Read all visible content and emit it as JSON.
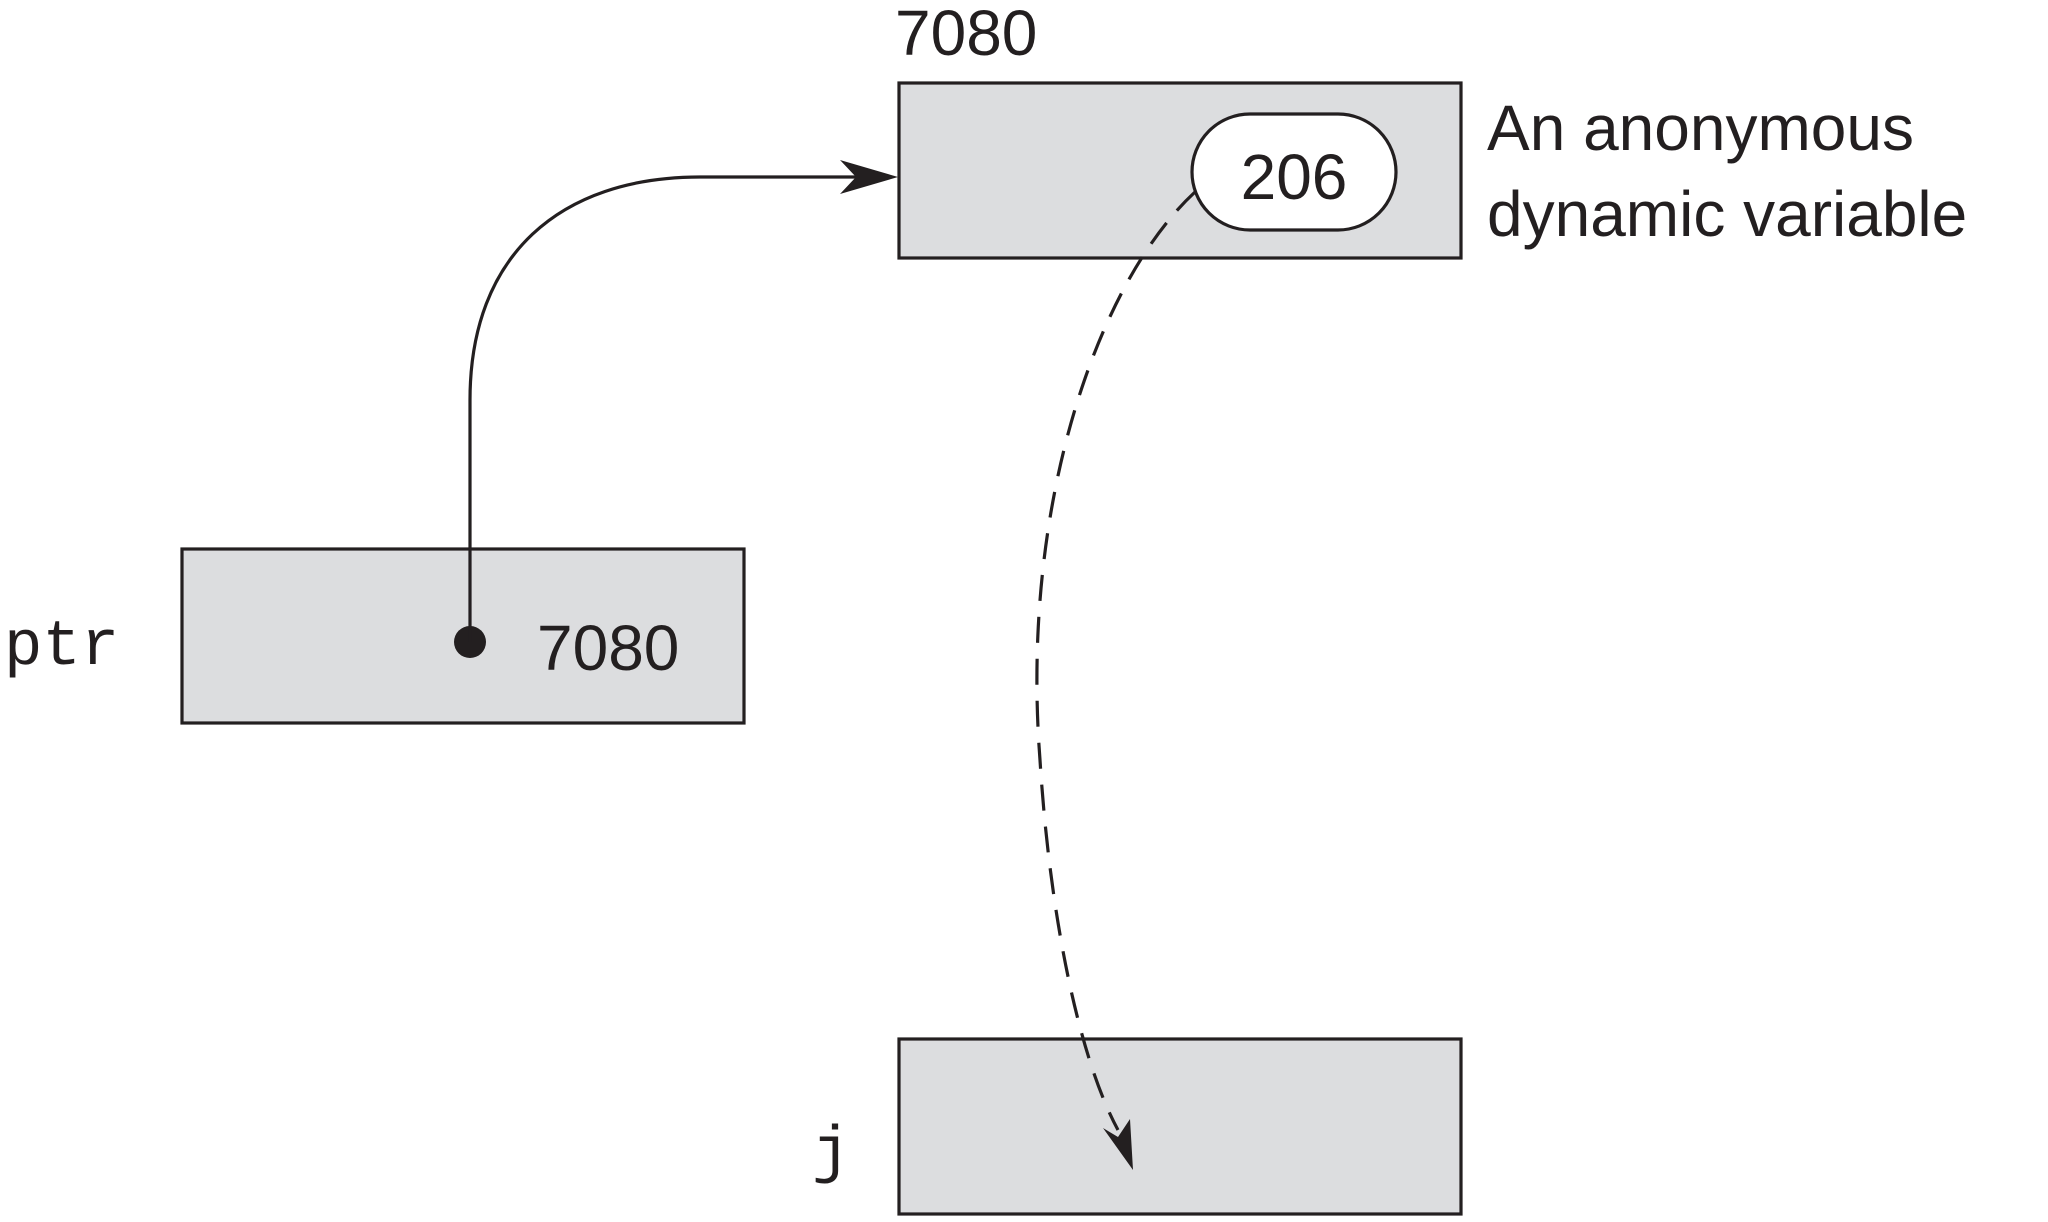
{
  "diagram": {
    "dynamic_variable": {
      "address": "7080",
      "value": "206",
      "caption_line1": "An anonymous",
      "caption_line2": "dynamic variable"
    },
    "ptr": {
      "name": "ptr",
      "value": "7080"
    },
    "j": {
      "name": "j"
    }
  }
}
